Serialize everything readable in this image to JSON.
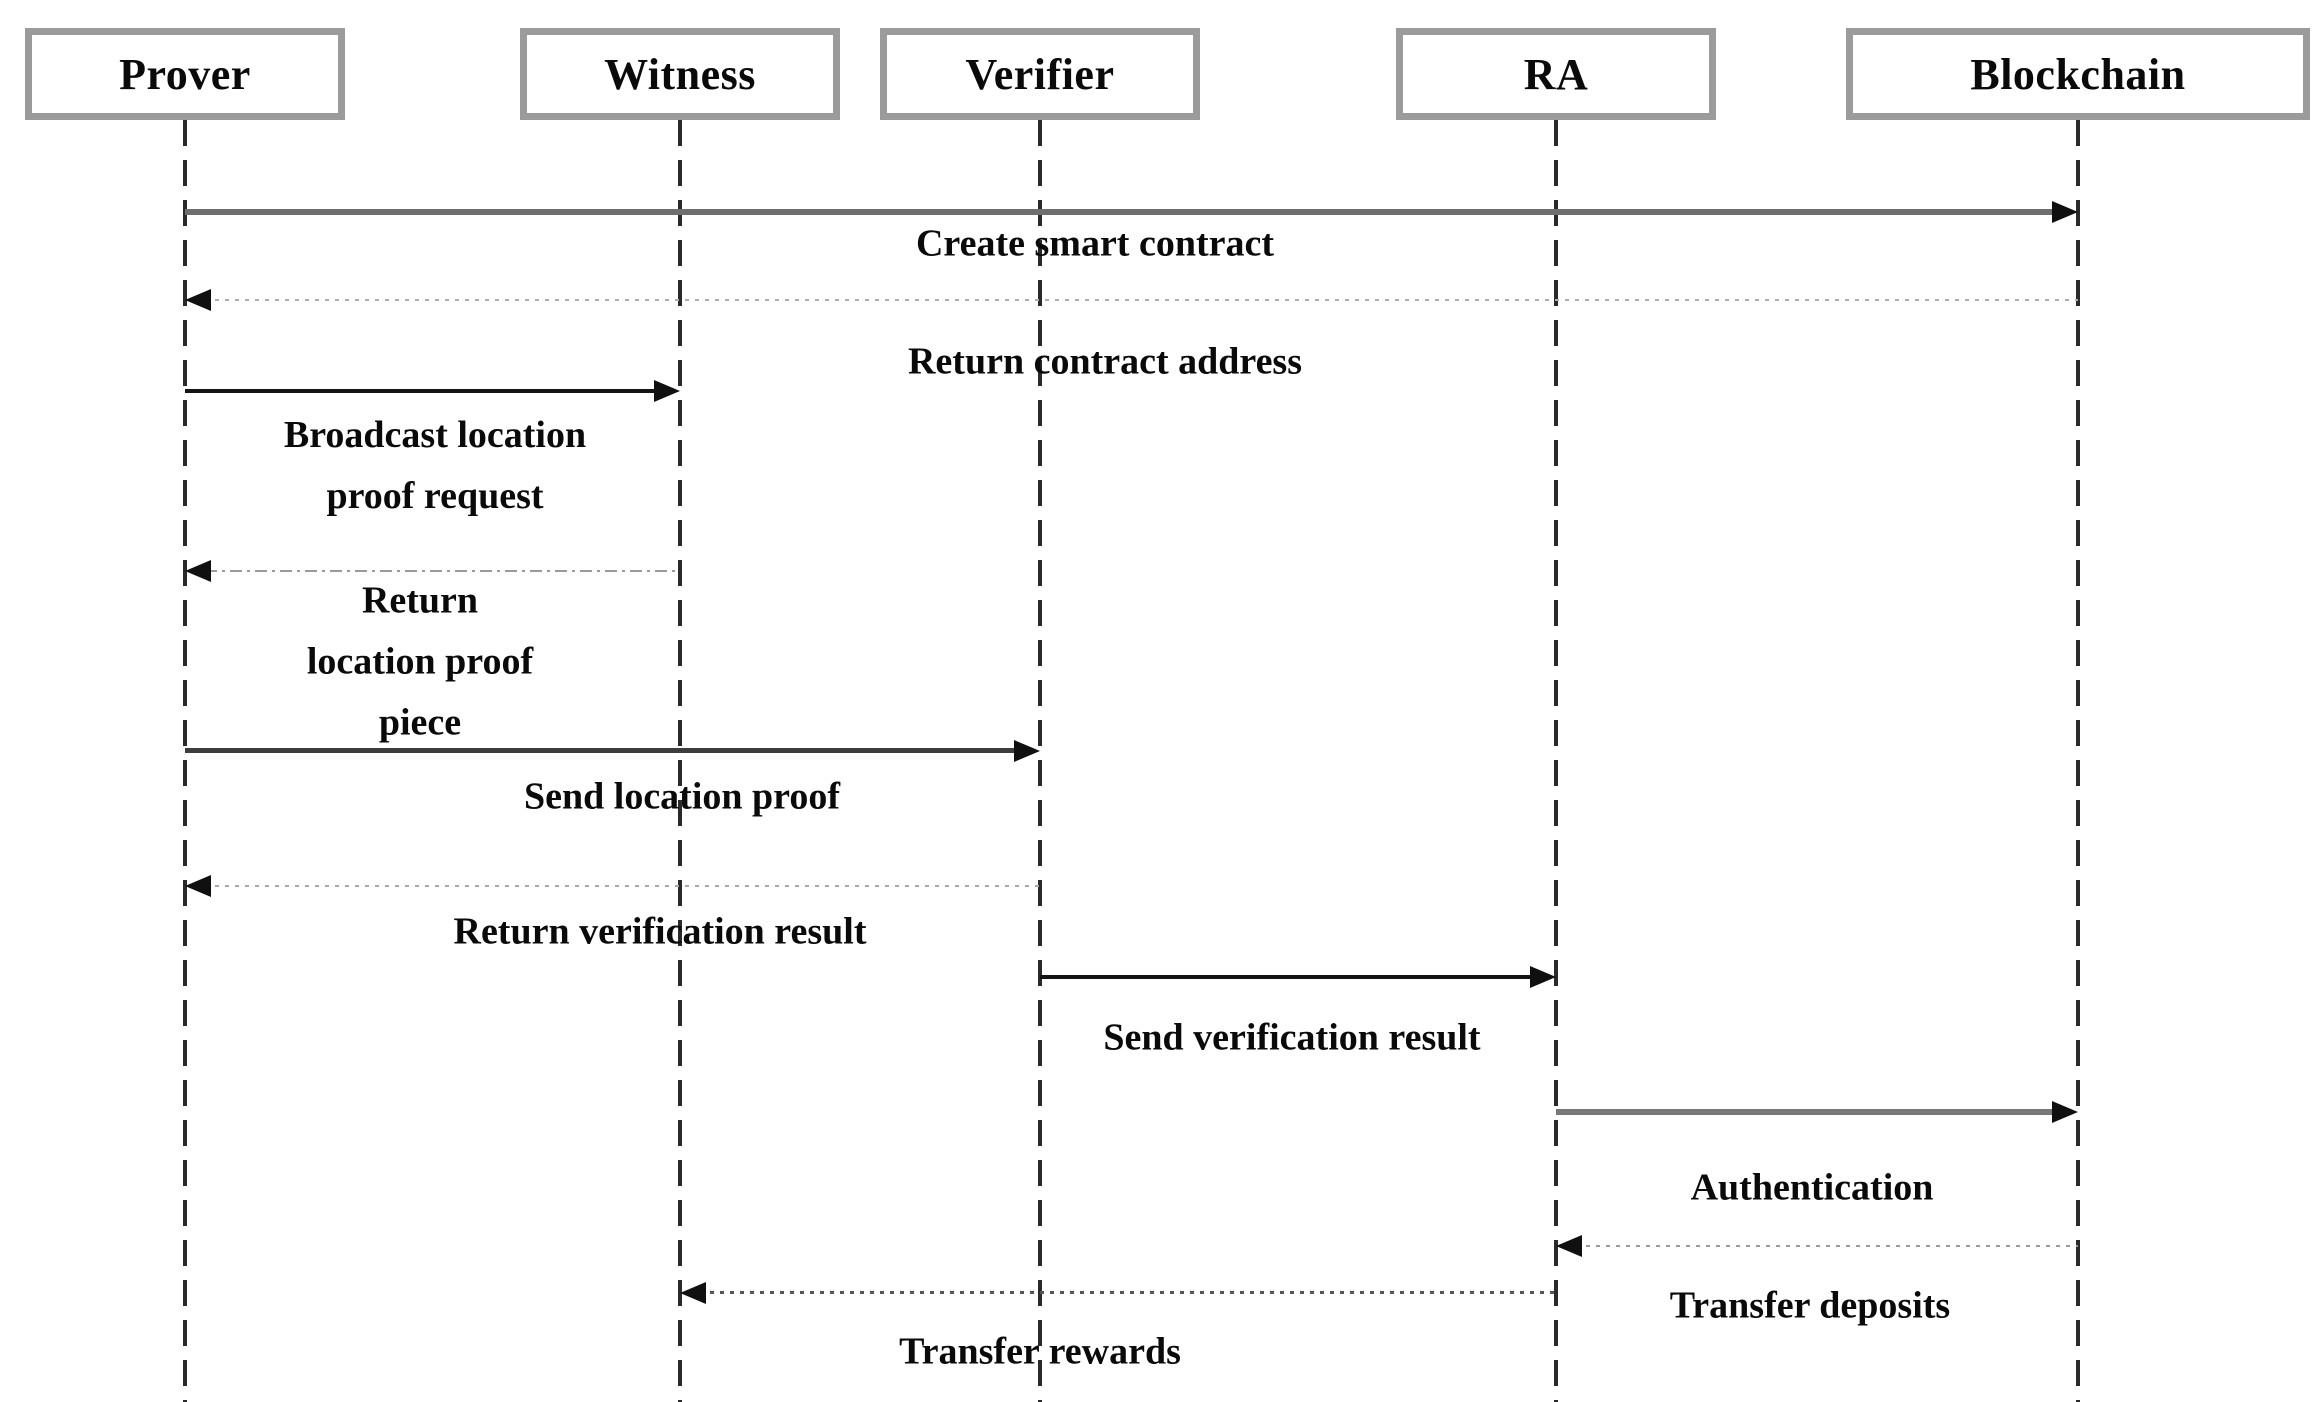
{
  "diagram": {
    "type": "sequence-diagram",
    "actors": [
      {
        "label": "Prover"
      },
      {
        "label": "Witness"
      },
      {
        "label": "Verifier"
      },
      {
        "label": "RA"
      },
      {
        "label": "Blockchain"
      }
    ],
    "messages": [
      {
        "label": "Create smart contract",
        "from": "Prover",
        "to": "Blockchain",
        "line": "solid"
      },
      {
        "label": "Return contract address",
        "from": "Blockchain",
        "to": "Prover",
        "line": "dotted"
      },
      {
        "label": "Broadcast location\nproof request",
        "from": "Prover",
        "to": "Witness",
        "line": "solid"
      },
      {
        "label": "Return\nlocation proof\npiece",
        "from": "Witness",
        "to": "Prover",
        "line": "dashdot"
      },
      {
        "label": "Send location proof",
        "from": "Prover",
        "to": "Verifier",
        "line": "solid"
      },
      {
        "label": "Return verification result",
        "from": "Verifier",
        "to": "Prover",
        "line": "dotted"
      },
      {
        "label": "Send verification result",
        "from": "Verifier",
        "to": "RA",
        "line": "solid"
      },
      {
        "label": "Authentication",
        "from": "RA",
        "to": "Blockchain",
        "line": "solid"
      },
      {
        "label": "Transfer deposits",
        "from": "Blockchain",
        "to": "RA",
        "line": "dotted"
      },
      {
        "label": "Transfer rewards",
        "from": "RA",
        "to": "Witness",
        "line": "dotted"
      }
    ],
    "colors": {
      "box_border": "#9b9b9b",
      "text": "#0a0a0a",
      "thick_gray_arrow": "#6e6e6e",
      "thin_black_arrow": "#141414",
      "dotted_return_arrow": "#a8a8a8",
      "arrowhead": "#101010",
      "lifeline": "#2a2a2a",
      "background": "#ffffff"
    }
  }
}
